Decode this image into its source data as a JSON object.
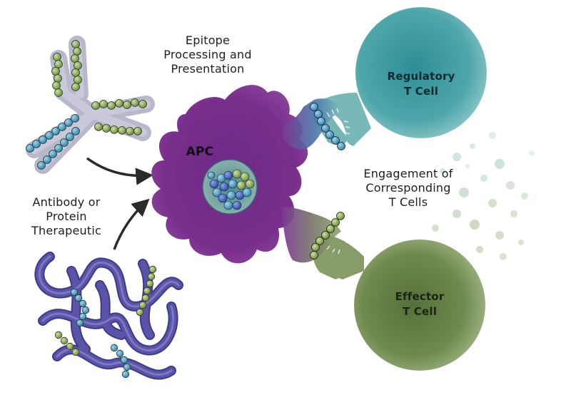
{
  "labels": {
    "epitope": [
      "Epitope",
      "Processing and",
      "Presentation"
    ],
    "apc": "APC",
    "antibody": [
      "Antibody or",
      "Protein",
      "Therapeutic"
    ],
    "engagement": [
      "Engagement of",
      "Corresponding",
      "T Cells"
    ],
    "regulatory": [
      "Regulatory",
      "T Cell"
    ],
    "effector": [
      "Effector",
      "T Cell"
    ]
  },
  "colors": {
    "apc": "#7a2e8c",
    "regulatory_cell": "#4fa6aa",
    "effector_cell": "#6f8a4e",
    "antibody": "#a9a9c0",
    "protein": "#5a54a8",
    "epitope_blue": "#4f9fc4",
    "epitope_green": "#8faa55",
    "arrow": "#2a2a2a"
  }
}
